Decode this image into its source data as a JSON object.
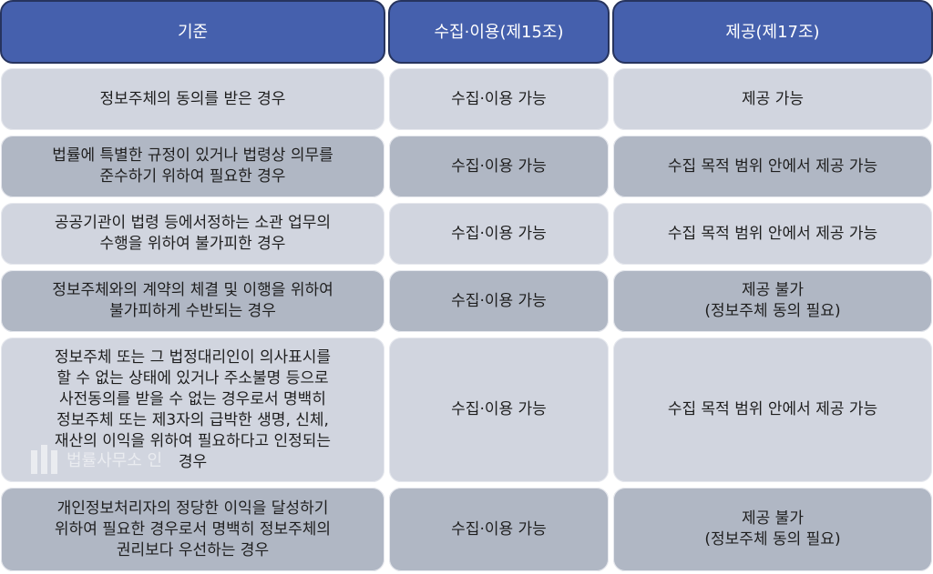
{
  "table": {
    "headers": [
      "기준",
      "수집·이용(제15조)",
      "제공(제17조)"
    ],
    "rows": [
      {
        "criterion": "정보주체의 동의를 받은 경우",
        "collection": "수집·이용 가능",
        "provision": "제공 가능"
      },
      {
        "criterion": "법률에 특별한 규정이 있거나 법령상 의무를\n준수하기 위하여 필요한 경우",
        "collection": "수집·이용 가능",
        "provision": "수집 목적 범위 안에서 제공 가능"
      },
      {
        "criterion": "공공기관이 법령 등에서정하는 소관 업무의\n수행을 위하여 불가피한 경우",
        "collection": "수집·이용 가능",
        "provision": "수집 목적 범위 안에서 제공 가능"
      },
      {
        "criterion": "정보주체와의 계약의 체결 및 이행을 위하여\n불가피하게 수반되는 경우",
        "collection": "수집·이용 가능",
        "provision": "제공 불가\n(정보주체 동의 필요)"
      },
      {
        "criterion": "정보주체 또는 그 법정대리인이 의사표시를\n할 수 없는 상태에 있거나 주소불명 등으로\n사전동의를 받을 수 없는 경우로서 명백히\n정보주체 또는 제3자의 급박한 생명, 신체,\n재산의 이익을 위하여 필요하다고 인정되는\n경우",
        "collection": "수집·이용 가능",
        "provision": "수집 목적 범위 안에서 제공 가능"
      },
      {
        "criterion": "개인정보처리자의 정당한 이익을 달성하기\n위하여 필요한 경우로서 명백히 정보주체의\n권리보다 우선하는 경우",
        "collection": "수집·이용 가능",
        "provision": "제공 불가\n(정보주체 동의 필요)"
      }
    ]
  },
  "watermark": {
    "text": "법률사무소 인"
  },
  "colors": {
    "header": "#4560ad",
    "header_border": "#27345e",
    "row_light": "#d1d5df",
    "row_dark": "#b0b7c4"
  }
}
